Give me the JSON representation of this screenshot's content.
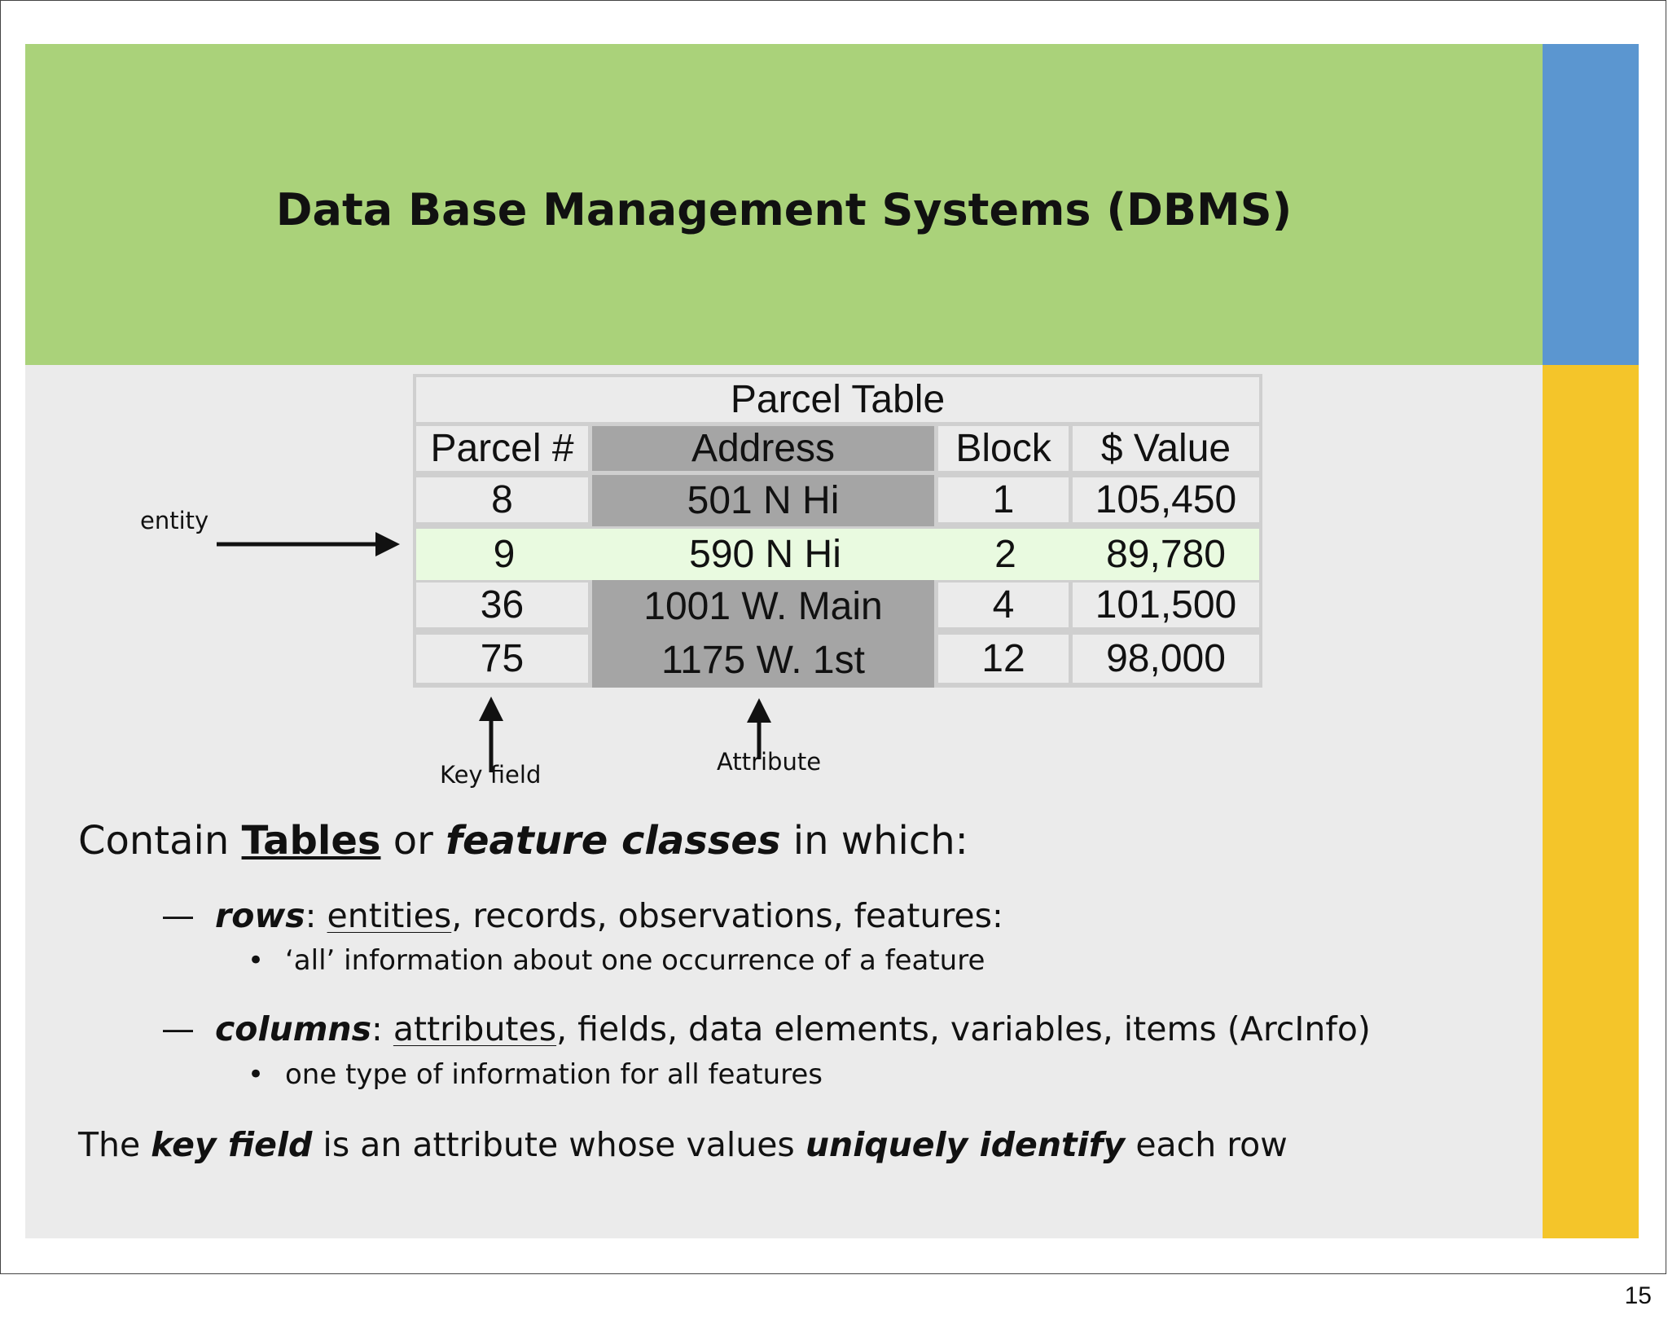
{
  "slide": {
    "title": "Data Base Management Systems (DBMS)",
    "page_number": "15",
    "colors": {
      "header": "#aad27a",
      "side_top": "#5b96d0",
      "side_bottom": "#f4c52a",
      "background": "#ebebeb"
    }
  },
  "table": {
    "title": "Parcel Table",
    "headers": [
      "Parcel #",
      "Address",
      "Block",
      "$ Value"
    ],
    "rows": [
      [
        "8",
        "501 N  Hi",
        "1",
        "105,450"
      ],
      [
        "9",
        "590 N Hi",
        "2",
        "89,780"
      ],
      [
        "36",
        "1001 W. Main",
        "4",
        "101,500"
      ],
      [
        "75",
        "1175 W. 1st",
        "12",
        "98,000"
      ]
    ]
  },
  "annotations": {
    "entity": "entity",
    "key_field": "Key field",
    "attribute": "Attribute"
  },
  "body": {
    "line1": {
      "a": "Contain ",
      "b": "Tables",
      "c": " or ",
      "d": "feature classes",
      "e": " in which:"
    },
    "rows_item": {
      "dash": "—",
      "term": "rows",
      "colon": ":  ",
      "u": "entities",
      "rest": ", records, observations, features:"
    },
    "rows_sub": {
      "bullet": "•",
      "text": "‘all’  information about one occurrence of a feature"
    },
    "cols_item": {
      "dash": "—",
      "term": "columns",
      "colon": ": ",
      "u": "attributes",
      "rest": ", fields, data elements, variables, items (ArcInfo)"
    },
    "cols_sub": {
      "bullet": "•",
      "text": "one type of information for all features"
    },
    "key_line": {
      "a": "The ",
      "b": "key field",
      "c": " is an attribute whose values ",
      "d": "uniquely identify",
      "e": " each row"
    }
  }
}
